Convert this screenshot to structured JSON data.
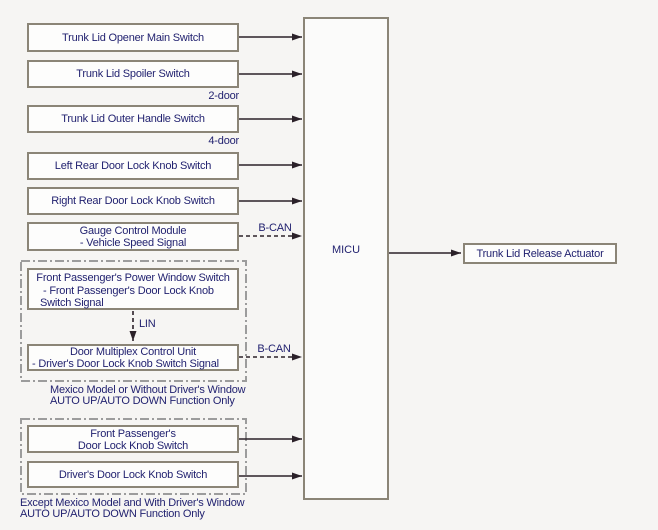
{
  "diagram": {
    "colors": {
      "background": "#f6f5f3",
      "box_border": "#8b8577",
      "group_border": "#9c9c9c",
      "wire": "#2b2129",
      "text": "#1f1f6e"
    },
    "nodes": {
      "trunk_lid_opener_main_switch": {
        "label": "Trunk Lid Opener Main Switch"
      },
      "trunk_lid_spoiler_switch": {
        "label": "Trunk Lid Spoiler Switch",
        "variant_note": "2-door"
      },
      "trunk_lid_outer_handle_switch": {
        "label": "Trunk Lid Outer Handle Switch",
        "variant_note": "4-door"
      },
      "left_rear_door_lock_knob_switch": {
        "label": "Left Rear Door Lock Knob Switch"
      },
      "right_rear_door_lock_knob_switch": {
        "label": "Right Rear Door Lock Knob Switch"
      },
      "gauge_control_module": {
        "line1": "Gauge Control Module",
        "line2": "- Vehicle Speed Signal"
      },
      "micu": {
        "label": "MICU"
      },
      "trunk_lid_release_actuator": {
        "label": "Trunk Lid Release Actuator"
      }
    },
    "group1": {
      "front_passengers_power_window_switch": {
        "line1": "Front Passenger's Power Window Switch",
        "line2": "- Front Passenger's Door Lock Knob",
        "line3": "Switch Signal"
      },
      "door_multiplex_control_unit": {
        "line1": "Door Multiplex Control Unit",
        "line2": "- Driver's Door Lock Knob Switch Signal"
      },
      "caption_line1": "Mexico Model or Without Driver's Window",
      "caption_line2": "AUTO UP/AUTO DOWN Function Only"
    },
    "group2": {
      "front_passengers_door_lock_knob_switch": {
        "line1": "Front Passenger's",
        "line2": "Door Lock Knob Switch"
      },
      "drivers_door_lock_knob_switch": {
        "label": "Driver's Door Lock Knob Switch"
      },
      "caption_line1": "Except Mexico Model and With Driver's Window",
      "caption_line2": "AUTO UP/AUTO DOWN Function Only"
    },
    "edge_labels": {
      "bus_gauge_to_micu": "B-CAN",
      "lin_link": "LIN",
      "bus_multiplex_to_micu": "B-CAN"
    },
    "edges": [
      {
        "from": "trunk-lid-opener-main-switch",
        "to": "micu",
        "style": "solid"
      },
      {
        "from": "trunk-lid-spoiler-switch",
        "to": "micu",
        "style": "solid"
      },
      {
        "from": "trunk-lid-outer-handle-switch",
        "to": "micu",
        "style": "solid"
      },
      {
        "from": "left-rear-door-lock-knob-switch",
        "to": "micu",
        "style": "solid"
      },
      {
        "from": "right-rear-door-lock-knob-switch",
        "to": "micu",
        "style": "solid"
      },
      {
        "from": "gauge-control-module",
        "to": "micu",
        "style": "dashed",
        "label": "B-CAN"
      },
      {
        "from": "front-passengers-power-window-switch",
        "to": "door-multiplex-control-unit",
        "style": "dashed",
        "label": "LIN"
      },
      {
        "from": "door-multiplex-control-unit",
        "to": "micu",
        "style": "dashed",
        "label": "B-CAN"
      },
      {
        "from": "front-passengers-door-lock-knob-switch",
        "to": "micu",
        "style": "solid"
      },
      {
        "from": "drivers-door-lock-knob-switch",
        "to": "micu",
        "style": "solid"
      },
      {
        "from": "micu",
        "to": "trunk-lid-release-actuator",
        "style": "solid"
      }
    ]
  }
}
